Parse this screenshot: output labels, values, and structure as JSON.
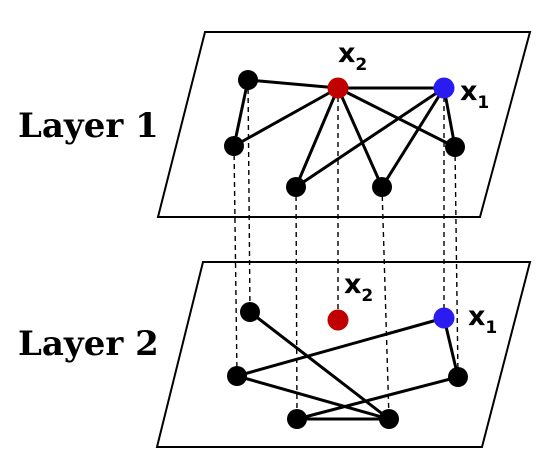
{
  "layers": [
    {
      "id": "layer1",
      "label": "Layer 1",
      "edges": [
        [
          "n1",
          "x2"
        ],
        [
          "n1",
          "n2"
        ],
        [
          "x2",
          "x1"
        ],
        [
          "x2",
          "n2"
        ],
        [
          "x2",
          "n3"
        ],
        [
          "x2",
          "n4"
        ],
        [
          "x2",
          "n5"
        ],
        [
          "x1",
          "n3"
        ],
        [
          "x1",
          "n4"
        ],
        [
          "x1",
          "n5"
        ]
      ]
    },
    {
      "id": "layer2",
      "label": "Layer 2",
      "edges": [
        [
          "n1",
          "n4"
        ],
        [
          "n2",
          "x1"
        ],
        [
          "n2",
          "n4"
        ],
        [
          "n3",
          "n5"
        ],
        [
          "n3",
          "n4"
        ],
        [
          "x1",
          "n5"
        ]
      ]
    }
  ],
  "nodes": {
    "x1": {
      "label_main": "x",
      "label_sub": "1",
      "color": "#2a1cf0"
    },
    "x2": {
      "label_main": "x",
      "label_sub": "2",
      "color": "#c00000"
    },
    "n1": {
      "color": "#000000"
    },
    "n2": {
      "color": "#000000"
    },
    "n3": {
      "color": "#000000"
    },
    "n4": {
      "color": "#000000"
    },
    "n5": {
      "color": "#000000"
    }
  },
  "colors": {
    "node_default": "#000000",
    "x1": "#2a1cf0",
    "x2": "#c00000"
  }
}
